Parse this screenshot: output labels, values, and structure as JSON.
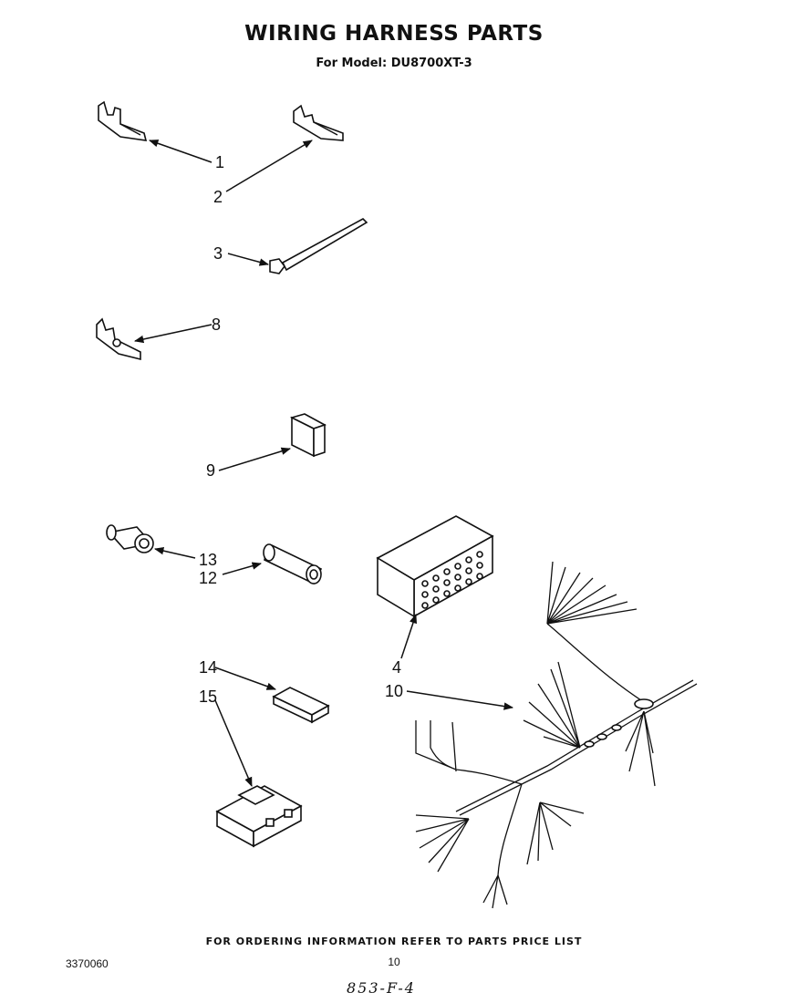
{
  "header": {
    "title": "WIRING HARNESS PARTS",
    "subtitle": "For Model: DU8700XT-3"
  },
  "callouts": {
    "c1": "1",
    "c2": "2",
    "c3": "3",
    "c8": "8",
    "c9": "9",
    "c13": "13",
    "c12": "12",
    "c4": "4",
    "c14": "14",
    "c15": "15",
    "c10": "10"
  },
  "footer": {
    "ordering_note": "FOR ORDERING INFORMATION REFER TO PARTS PRICE LIST",
    "doc_number": "3370060",
    "page_number": "10",
    "handwritten": "853-F-4"
  }
}
